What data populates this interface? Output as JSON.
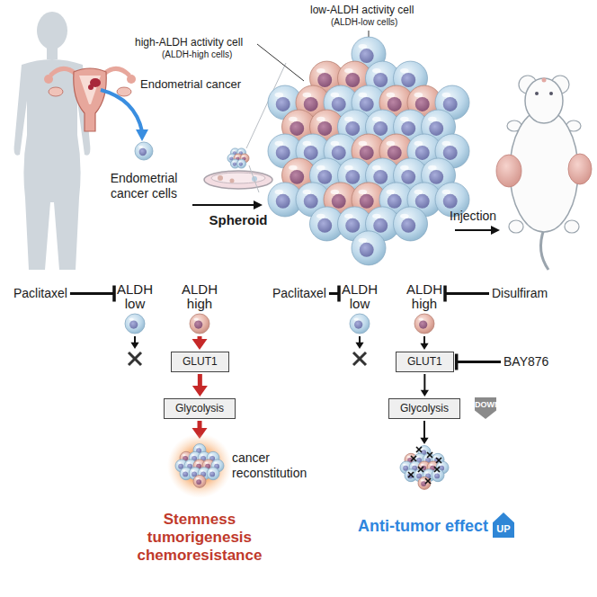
{
  "diagram": {
    "nodes": [
      {
        "text": [
          "Paclitaxel"
        ]
      },
      {
        "text": [
          "ALDH low"
        ]
      },
      {
        "text": [
          "ALDH high"
        ]
      },
      {
        "text": [
          "GLUT1"
        ]
      },
      {
        "text": [
          "Glycolysis"
        ]
      },
      {
        "text": [
          "cancer reconstitution"
        ]
      },
      {
        "text": [
          "Paclitaxel"
        ]
      },
      {
        "text": [
          "ALDH low"
        ]
      },
      {
        "text": [
          "ALDH high"
        ]
      },
      {
        "text": [
          "Disulfiram"
        ]
      },
      {
        "text": [
          "GLUT1"
        ]
      },
      {
        "text": [
          "BAY876"
        ]
      },
      {
        "text": [
          "Glycolysis"
        ]
      },
      {
        "text": [
          "DOWN"
        ]
      },
      {
        "text": [
          "UP"
        ]
      }
    ],
    "edges": [
      {
        "from": 0,
        "to": 1,
        "arrow": "to"
      },
      {
        "from": 2,
        "to": 3,
        "arrow": "to"
      },
      {
        "from": 3,
        "to": 4,
        "arrow": "to"
      },
      {
        "from": 4,
        "to": 5,
        "arrow": "to"
      },
      {
        "from": 6,
        "to": 7,
        "arrow": "to"
      },
      {
        "from": 9,
        "to": 8,
        "arrow": "to"
      },
      {
        "from": 8,
        "to": 10,
        "arrow": "to"
      },
      {
        "from": 11,
        "to": 10,
        "arrow": "to"
      },
      {
        "from": 10,
        "to": 12,
        "arrow": "to"
      }
    ],
    "labels": [
      "low-ALDH activity cell",
      "(ALDH-low cells)",
      "high-ALDH activity cell",
      "(ALDH-high cells)",
      "Endometrial cancer",
      "Endometrial cancer cells",
      "Spheroid",
      "Injection",
      "Stemness tumorigenesis chemoresistance",
      "Anti-tumor effect"
    ]
  }
}
